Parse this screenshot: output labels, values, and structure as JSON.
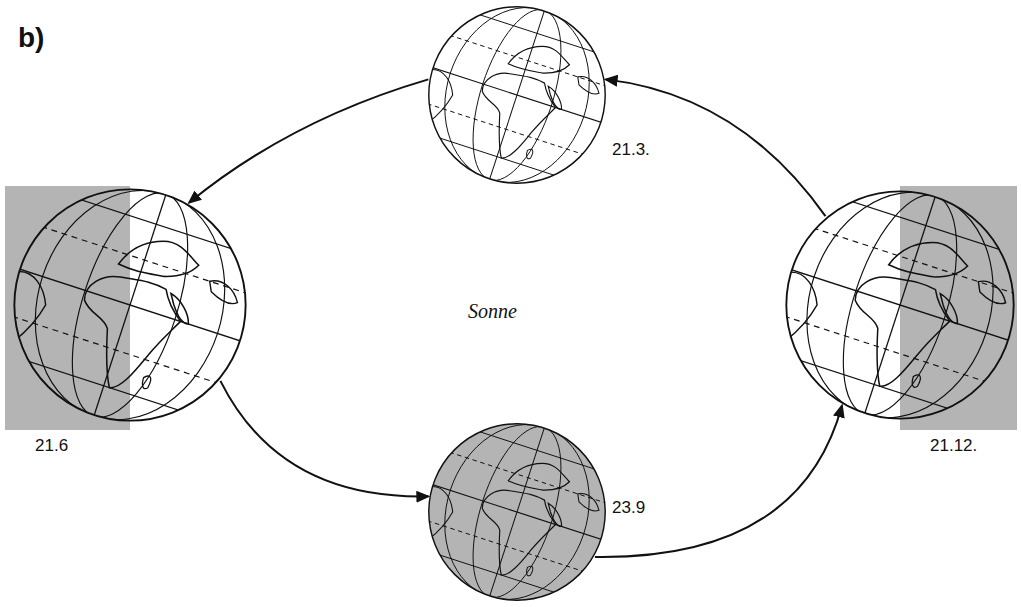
{
  "diagram": {
    "nodes": [
      {
        "text": [
          "21.3."
        ]
      },
      {
        "text": [
          "21.6"
        ]
      },
      {
        "text": [
          "21.12."
        ]
      },
      {
        "text": [
          "23.9"
        ]
      }
    ],
    "edges": [
      {
        "from": 2,
        "to": 0,
        "arrow": "to"
      },
      {
        "from": 0,
        "to": 1,
        "arrow": "to"
      },
      {
        "from": 1,
        "to": 3,
        "arrow": "to"
      },
      {
        "from": 3,
        "to": 2,
        "arrow": "to"
      }
    ],
    "labels": [
      "b)",
      "Sonne"
    ]
  }
}
